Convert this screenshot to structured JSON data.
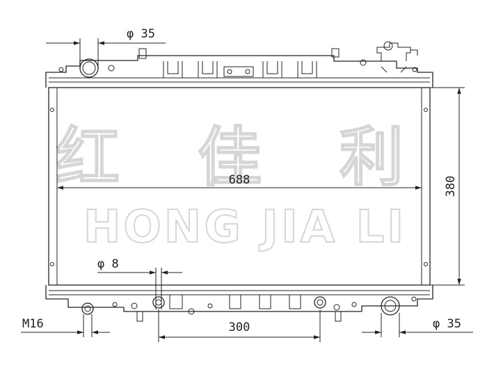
{
  "watermark": {
    "chinese": "红 佳 利",
    "english": "HONG JIA LI"
  },
  "dimensions": {
    "core_width": "688",
    "core_height": "380",
    "top_inlet_diameter": "φ 35",
    "bottom_outlet_diameter": "φ 35",
    "oil_cooler_fitting_diameter": "φ 8",
    "fitting_spacing": "300",
    "drain_thread": "M16"
  }
}
